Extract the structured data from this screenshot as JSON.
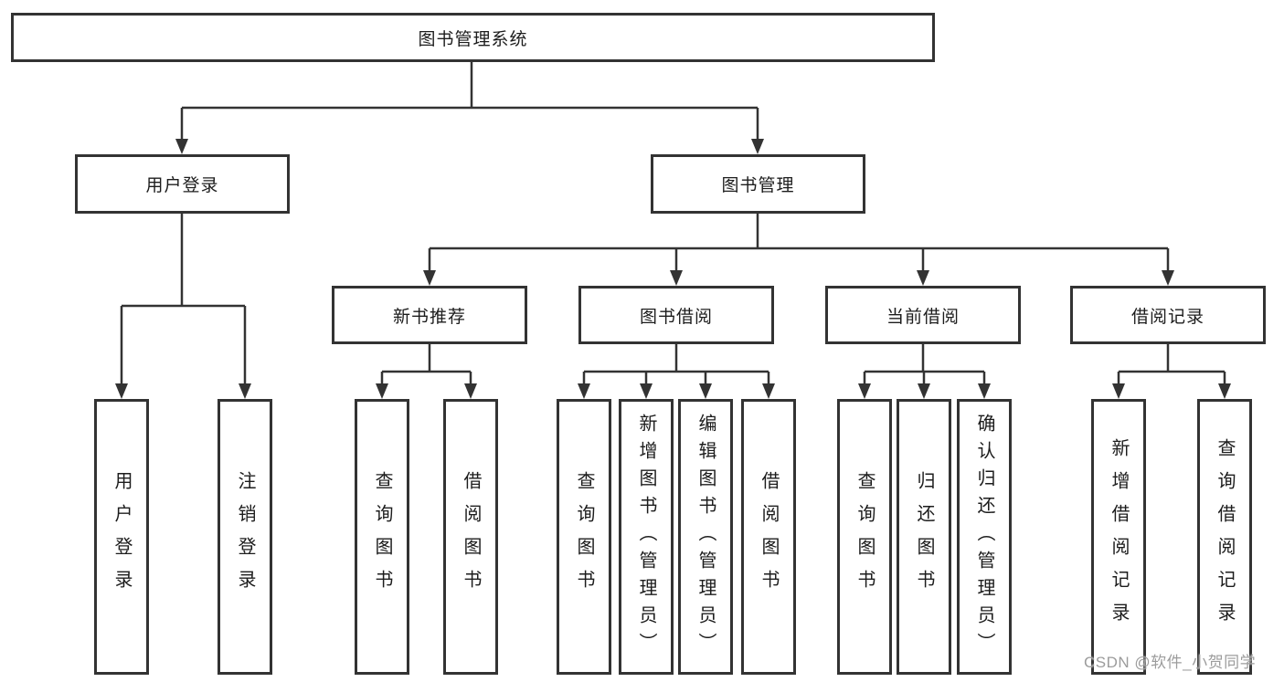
{
  "diagram": {
    "root": {
      "label": "图书管理系统"
    },
    "level2": [
      {
        "label": "用户登录"
      },
      {
        "label": "图书管理"
      }
    ],
    "level3": [
      {
        "label": "新书推荐",
        "parent": "图书管理"
      },
      {
        "label": "图书借阅",
        "parent": "图书管理"
      },
      {
        "label": "当前借阅",
        "parent": "图书管理"
      },
      {
        "label": "借阅记录",
        "parent": "图书管理"
      }
    ],
    "leaves": [
      {
        "label": "用户登录",
        "parent": "用户登录"
      },
      {
        "label": "注销登录",
        "parent": "用户登录"
      },
      {
        "label": "查询图书",
        "parent": "新书推荐"
      },
      {
        "label": "借阅图书",
        "parent": "新书推荐"
      },
      {
        "label": "查询图书",
        "parent": "图书借阅"
      },
      {
        "label": "新增图书（管理员）",
        "parent": "图书借阅"
      },
      {
        "label": "编辑图书（管理员）",
        "parent": "图书借阅"
      },
      {
        "label": "借阅图书",
        "parent": "图书借阅"
      },
      {
        "label": "查询图书",
        "parent": "当前借阅"
      },
      {
        "label": "归还图书",
        "parent": "当前借阅"
      },
      {
        "label": "确认归还（管理员）",
        "parent": "当前借阅"
      },
      {
        "label": "新增借阅记录",
        "parent": "借阅记录"
      },
      {
        "label": "查询借阅记录",
        "parent": "借阅记录"
      }
    ],
    "watermark": "CSDN @软件_小贺同学",
    "colors": {
      "line": "#333333",
      "text": "#1c1c1c",
      "watermark": "#9c9c9c",
      "background": "#ffffff"
    }
  }
}
